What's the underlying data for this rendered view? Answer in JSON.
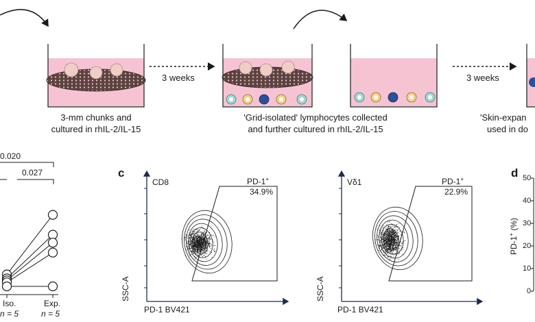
{
  "colors": {
    "medium": "#f6c3d2",
    "grid": "#5b4440",
    "tissue": "#f0cdc7",
    "line": "#1a1a1a",
    "axis_arrow": "#1d2b4f",
    "cell_teal": "#9fd8d2",
    "cell_yellow": "#f2d389",
    "cell_blue": "#2a4f9c"
  },
  "workflow": {
    "step1_caption": [
      "3-mm chunks and",
      "cultured in rhIL-2/IL-15"
    ],
    "arrow1_label": "3 weeks",
    "step2_caption": [
      "'Grid-isolated' lymphocytes collected",
      "and further cultured in rhIL-2/IL-15"
    ],
    "arrow2_label": "3 weeks",
    "step3_caption": [
      "'Skin-expan",
      "used in do"
    ]
  },
  "panel_b": {
    "pvalues": [
      "0.020",
      "0.027"
    ],
    "groups": [
      {
        "name": "Iso.",
        "n_label": "n = 5"
      },
      {
        "name": "Exp.",
        "n_label": "n = 5"
      }
    ]
  },
  "panel_c": {
    "letter": "c",
    "plots": [
      {
        "population": "CD8",
        "gate_name": "PD-1",
        "gate_sup": "+",
        "gate_pct": "34.9%",
        "y_label": "SSC-A",
        "x_label": "PD-1 BV421"
      },
      {
        "population": "Vδ1",
        "gate_name": "PD-1",
        "gate_sup": "+",
        "gate_pct": "22.9%",
        "y_label": "SSC-A",
        "x_label": "PD-1 BV421"
      }
    ]
  },
  "panel_d": {
    "letter": "d",
    "y_label": "PD-1",
    "y_label_sup": "+",
    "y_label_unit": " (%)",
    "y_ticks": [
      "50",
      "40",
      "30",
      "20",
      "10",
      "0"
    ]
  },
  "chart_data": {
    "type": "scatter",
    "x": [
      "Iso.",
      "Exp."
    ],
    "series": [
      {
        "values": [
          3,
          18
        ]
      },
      {
        "values": [
          2,
          13
        ]
      },
      {
        "values": [
          1.5,
          11
        ]
      },
      {
        "values": [
          1,
          8.5
        ]
      },
      {
        "values": [
          0,
          0
        ]
      }
    ],
    "annotations": [
      "0.020",
      "0.027"
    ]
  }
}
